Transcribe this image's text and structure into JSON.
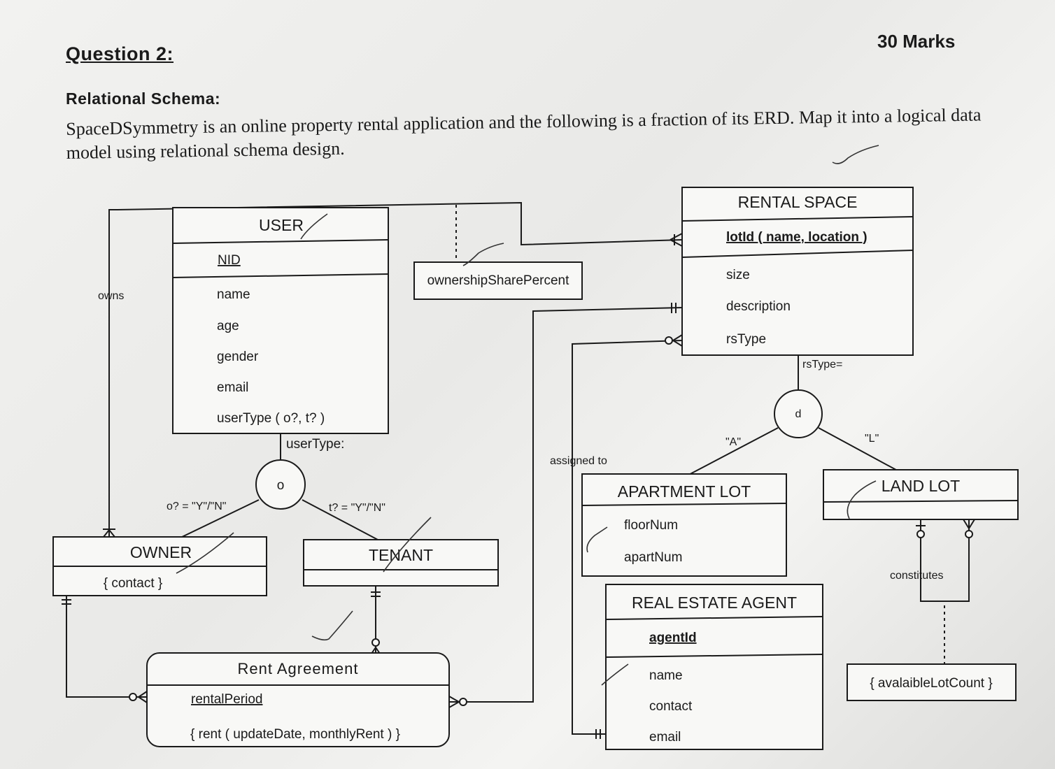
{
  "header": {
    "question_title": "Question 2:",
    "marks": "30 Marks",
    "section_title": "Relational Schema:",
    "intro": "SpaceDSymmetry is an online property rental application and the following is a fraction of its ERD. Map it into a logical data model using relational schema design."
  },
  "erd": {
    "user": {
      "name": "USER",
      "key": "NID",
      "attrs": [
        "name",
        "age",
        "gender",
        "email",
        "userType ( o?, t? )"
      ]
    },
    "owner": {
      "name": "OWNER",
      "attrs": [
        "{ contact }"
      ]
    },
    "tenant": {
      "name": "TENANT"
    },
    "rental_space": {
      "name": "RENTAL SPACE",
      "key": "lotId ( name, location )",
      "attrs": [
        "size",
        "description",
        "rsType"
      ]
    },
    "apartment_lot": {
      "name": "APARTMENT LOT",
      "attrs": [
        "floorNum",
        "apartNum"
      ]
    },
    "land_lot": {
      "name": "LAND LOT"
    },
    "real_estate_agent": {
      "name": "REAL ESTATE AGENT",
      "key": "agentId",
      "attrs": [
        "name",
        "contact",
        "email"
      ]
    },
    "rent_agreement": {
      "name": "Rent Agreement",
      "key": "rentalPeriod",
      "attrs": [
        "{ rent ( updateDate, monthlyRent ) }"
      ]
    },
    "ownership_attr": "ownershipSharePercent",
    "avail_attr": "{ avalaibleLotCount }",
    "labels": {
      "owns": "owns",
      "usertype_disc": "userType:",
      "overlap_symbol": "o",
      "o_value": "o? = \"Y\"/\"N\"",
      "t_value": "t? = \"Y\"/\"N\"",
      "rstype_disc": "rsType=",
      "disjoint_symbol": "d",
      "a_value": "\"A\"",
      "l_value": "\"L\"",
      "assigned_to": "assigned to",
      "constitutes": "constitutes"
    }
  }
}
